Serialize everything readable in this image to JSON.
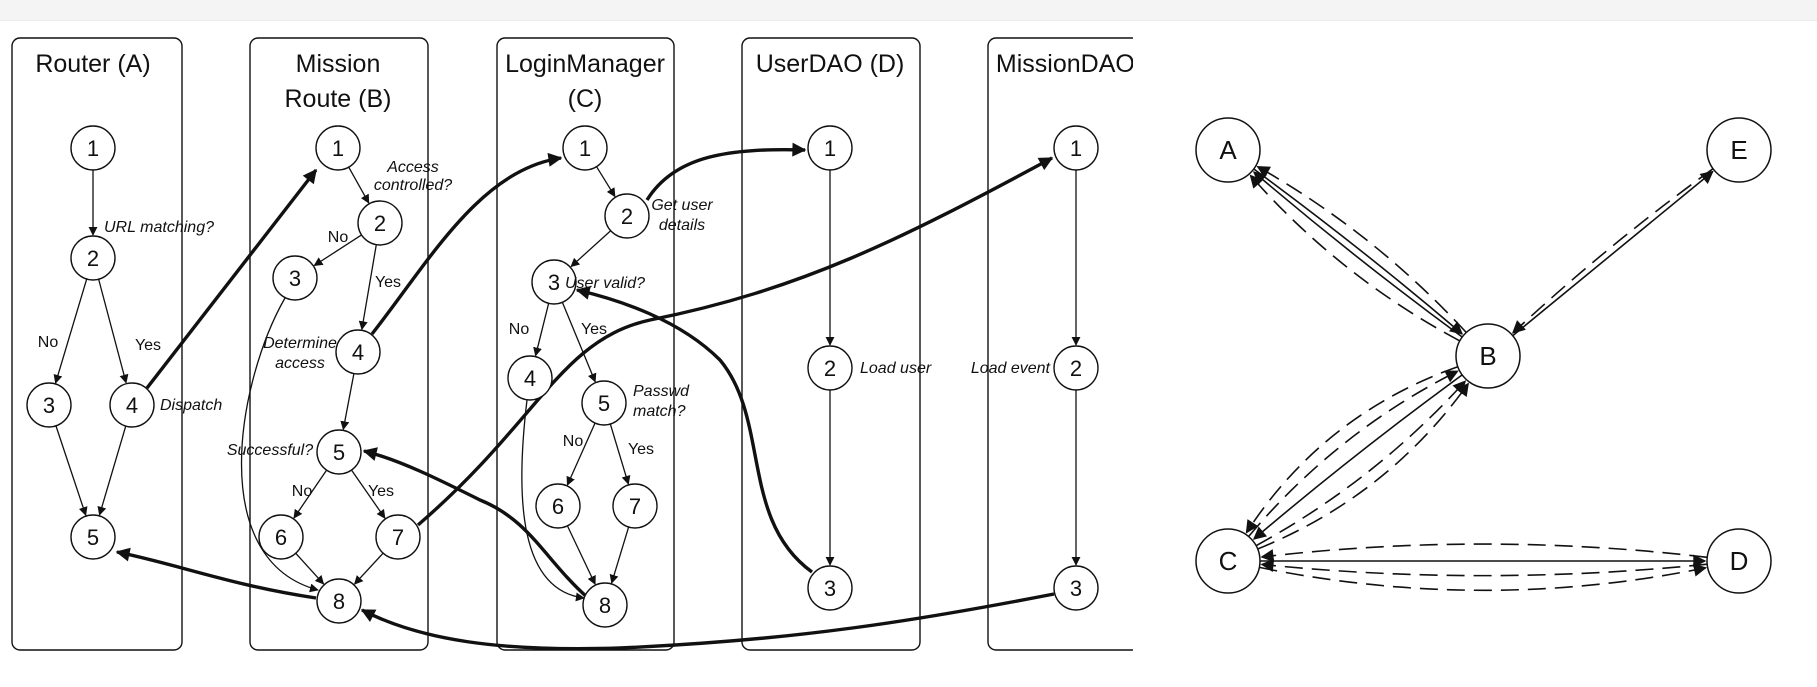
{
  "flow": {
    "lanes": [
      {
        "id": "A",
        "title_lines": [
          "Router (A)"
        ]
      },
      {
        "id": "B",
        "title_lines": [
          "Mission",
          "Route (B)"
        ]
      },
      {
        "id": "C",
        "title_lines": [
          "LoginManager",
          "(C)"
        ]
      },
      {
        "id": "D",
        "title_lines": [
          "UserDAO (D)"
        ]
      },
      {
        "id": "E",
        "title_lines": [
          "MissionDAO ("
        ]
      }
    ],
    "nodes": [
      {
        "id": "A1",
        "lane": "A",
        "label": "1"
      },
      {
        "id": "A2",
        "lane": "A",
        "label": "2"
      },
      {
        "id": "A3",
        "lane": "A",
        "label": "3"
      },
      {
        "id": "A4",
        "lane": "A",
        "label": "4"
      },
      {
        "id": "A5",
        "lane": "A",
        "label": "5"
      },
      {
        "id": "B1",
        "lane": "B",
        "label": "1"
      },
      {
        "id": "B2",
        "lane": "B",
        "label": "2"
      },
      {
        "id": "B3",
        "lane": "B",
        "label": "3"
      },
      {
        "id": "B4",
        "lane": "B",
        "label": "4"
      },
      {
        "id": "B5",
        "lane": "B",
        "label": "5"
      },
      {
        "id": "B6",
        "lane": "B",
        "label": "6"
      },
      {
        "id": "B7",
        "lane": "B",
        "label": "7"
      },
      {
        "id": "B8",
        "lane": "B",
        "label": "8"
      },
      {
        "id": "C1",
        "lane": "C",
        "label": "1"
      },
      {
        "id": "C2",
        "lane": "C",
        "label": "2"
      },
      {
        "id": "C3",
        "lane": "C",
        "label": "3"
      },
      {
        "id": "C4",
        "lane": "C",
        "label": "4"
      },
      {
        "id": "C5",
        "lane": "C",
        "label": "5"
      },
      {
        "id": "C6",
        "lane": "C",
        "label": "6"
      },
      {
        "id": "C7",
        "lane": "C",
        "label": "7"
      },
      {
        "id": "C8",
        "lane": "C",
        "label": "8"
      },
      {
        "id": "D1",
        "lane": "D",
        "label": "1"
      },
      {
        "id": "D2",
        "lane": "D",
        "label": "2"
      },
      {
        "id": "D3",
        "lane": "D",
        "label": "3"
      },
      {
        "id": "E1",
        "lane": "E",
        "label": "1"
      },
      {
        "id": "E2",
        "lane": "E",
        "label": "2"
      },
      {
        "id": "E3",
        "lane": "E",
        "label": "3"
      }
    ],
    "annotations": [
      {
        "id": "url-matching",
        "lines": [
          "URL matching?"
        ]
      },
      {
        "id": "dispatch",
        "lines": [
          "Dispatch"
        ]
      },
      {
        "id": "access-controlled",
        "lines": [
          "Access",
          "controlled?"
        ]
      },
      {
        "id": "determine-access",
        "lines": [
          "Determine",
          "access"
        ]
      },
      {
        "id": "successful",
        "lines": [
          "Successful?"
        ]
      },
      {
        "id": "get-user-details",
        "lines": [
          "Get user",
          "details"
        ]
      },
      {
        "id": "user-valid",
        "lines": [
          "User valid?"
        ]
      },
      {
        "id": "passwd-match",
        "lines": [
          "Passwd",
          "match?"
        ]
      },
      {
        "id": "load-user",
        "lines": [
          "Load user"
        ]
      },
      {
        "id": "load-event",
        "lines": [
          "Load event"
        ]
      }
    ],
    "branch_labels": [
      {
        "id": "a-no",
        "text": "No"
      },
      {
        "id": "a-yes",
        "text": "Yes"
      },
      {
        "id": "b-no-top",
        "text": "No"
      },
      {
        "id": "b-yes-top",
        "text": "Yes"
      },
      {
        "id": "b-no-bottom",
        "text": "No"
      },
      {
        "id": "b-yes-bottom",
        "text": "Yes"
      },
      {
        "id": "c-no-top",
        "text": "No"
      },
      {
        "id": "c-yes-top",
        "text": "Yes"
      },
      {
        "id": "c-no-bottom",
        "text": "No"
      },
      {
        "id": "c-yes-bottom",
        "text": "Yes"
      }
    ],
    "intra_edges": [
      [
        "A1",
        "A2"
      ],
      [
        "A2",
        "A3"
      ],
      [
        "A2",
        "A4"
      ],
      [
        "A3",
        "A5"
      ],
      [
        "A4",
        "A5"
      ],
      [
        "B1",
        "B2"
      ],
      [
        "B2",
        "B3"
      ],
      [
        "B2",
        "B4"
      ],
      [
        "B4",
        "B5"
      ],
      [
        "B5",
        "B6"
      ],
      [
        "B5",
        "B7"
      ],
      [
        "B6",
        "B8"
      ],
      [
        "B7",
        "B8"
      ],
      [
        "B3",
        "B8"
      ],
      [
        "C1",
        "C2"
      ],
      [
        "C2",
        "C3"
      ],
      [
        "C3",
        "C4"
      ],
      [
        "C3",
        "C5"
      ],
      [
        "C5",
        "C6"
      ],
      [
        "C5",
        "C7"
      ],
      [
        "C6",
        "C8"
      ],
      [
        "C7",
        "C8"
      ],
      [
        "C4",
        "C8"
      ],
      [
        "D1",
        "D2"
      ],
      [
        "D2",
        "D3"
      ],
      [
        "E1",
        "E2"
      ],
      [
        "E2",
        "E3"
      ]
    ],
    "cross_edges": [
      [
        "A4",
        "B1"
      ],
      [
        "B4",
        "C1"
      ],
      [
        "C2",
        "D1"
      ],
      [
        "D3",
        "C3"
      ],
      [
        "C8",
        "B5"
      ],
      [
        "B7",
        "E1"
      ],
      [
        "E3",
        "B8"
      ],
      [
        "B8",
        "A5"
      ]
    ]
  },
  "graph": {
    "nodes": [
      {
        "id": "A",
        "label": "A"
      },
      {
        "id": "B",
        "label": "B"
      },
      {
        "id": "C",
        "label": "C"
      },
      {
        "id": "D",
        "label": "D"
      },
      {
        "id": "E",
        "label": "E"
      }
    ],
    "edges": [
      {
        "from": "A",
        "to": "B",
        "style": "solid"
      },
      {
        "from": "B",
        "to": "A",
        "style": "solid"
      },
      {
        "from": "B",
        "to": "A",
        "style": "dashed"
      },
      {
        "from": "B",
        "to": "A",
        "style": "dashed"
      },
      {
        "from": "B",
        "to": "E",
        "style": "solid"
      },
      {
        "from": "E",
        "to": "B",
        "style": "dashed"
      },
      {
        "from": "B",
        "to": "C",
        "style": "solid"
      },
      {
        "from": "C",
        "to": "B",
        "style": "dashed"
      },
      {
        "from": "C",
        "to": "B",
        "style": "dashed"
      },
      {
        "from": "C",
        "to": "B",
        "style": "dashed"
      },
      {
        "from": "B",
        "to": "C",
        "style": "dashed"
      },
      {
        "from": "C",
        "to": "D",
        "style": "solid"
      },
      {
        "from": "D",
        "to": "C",
        "style": "dashed"
      },
      {
        "from": "D",
        "to": "C",
        "style": "dashed"
      },
      {
        "from": "C",
        "to": "D",
        "style": "dashed"
      }
    ]
  }
}
